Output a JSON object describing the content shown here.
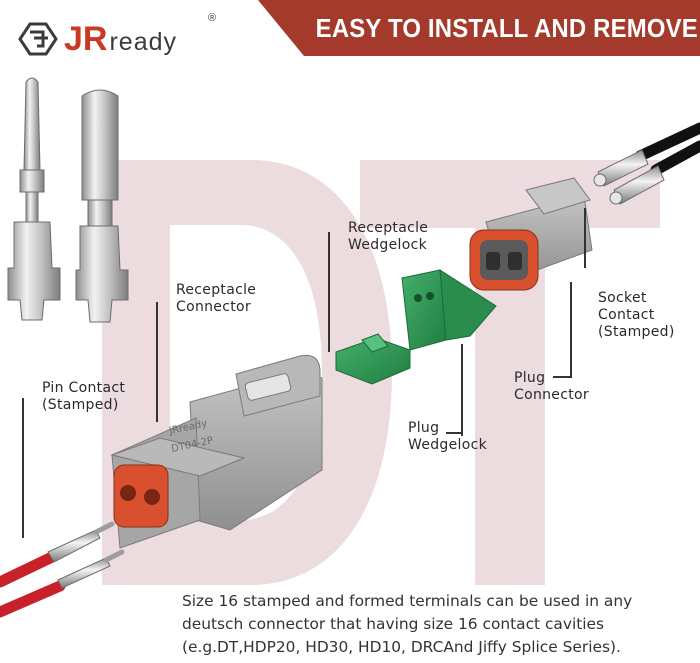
{
  "brand": {
    "logo_mark": "JR",
    "logo_word": "ready",
    "registered": "®"
  },
  "header": {
    "title": "EASY TO INSTALL AND REMOVE"
  },
  "background_letters": "DT",
  "labels": {
    "receptacle_wedgelock_1": "Receptacle",
    "receptacle_wedgelock_2": "Wedgelock",
    "receptacle_connector_1": "Receptacle",
    "receptacle_connector_2": "Connector",
    "pin_contact_1": "Pin Contact",
    "pin_contact_2": "(Stamped)",
    "socket_contact_1": "Socket",
    "socket_contact_2": "Contact",
    "socket_contact_3": "(Stamped)",
    "plug_connector_1": "Plug",
    "plug_connector_2": "Connector",
    "plug_wedgelock_1": "Plug",
    "plug_wedgelock_2": "Wedgelock"
  },
  "connector_marking": {
    "brand": "JRready",
    "part": "DT04-2P"
  },
  "caption": {
    "line1": "Size 16 stamped and formed terminals can be used in any",
    "line2": "deutsch connector that having size 16 contact cavities",
    "line3": "(e.g.DT,HDP20, HD30, HD10, DRCAnd Jiffy Splice Series)."
  },
  "colors": {
    "banner": "#a33a2b",
    "logo_red": "#c83a24",
    "watermark": "#ead6d9",
    "connector_gray": "#a9a9a9",
    "seal_orange": "#d9502f",
    "wedgelock_green": "#2f9a56",
    "wire_red": "#c8212a",
    "wire_black": "#111111"
  }
}
